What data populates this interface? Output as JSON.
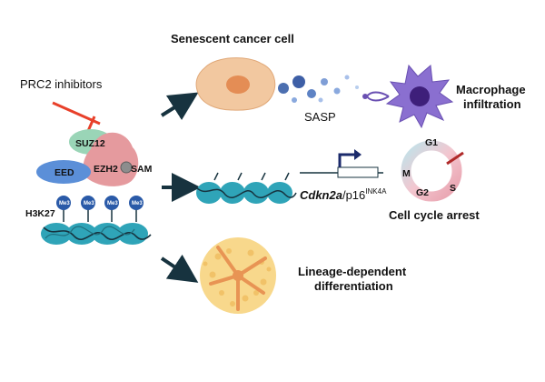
{
  "inhibitor": {
    "label": "PRC2 inhibitors"
  },
  "complex": {
    "suz12": "SUZ12",
    "eed": "EED",
    "ezh2": "EZH2",
    "sam": "SAM",
    "mark": "H3K27",
    "me3": [
      "Me3",
      "Me3",
      "Me3",
      "Me3"
    ]
  },
  "senescence": {
    "title": "Senescent cancer cell",
    "sasp": "SASP",
    "macrophage_line1": "Macrophage",
    "macrophage_line2": "infiltration"
  },
  "cell_cycle": {
    "gene_italic": "Cdkn2a",
    "gene_sep": "/p16",
    "gene_sup": "INK4A",
    "phases": {
      "g1": "G1",
      "s": "S",
      "g2": "G2",
      "m": "M"
    },
    "label": "Cell cycle arrest"
  },
  "differentiation": {
    "line1": "Lineage-dependent",
    "line2": "differentiation"
  },
  "colors": {
    "inhibitor_red": "#e8402a",
    "arrow_dark": "#17333f",
    "nucleosome_teal": "#2fa4b8",
    "suz12_green": "#9ad5b7",
    "eed_blue": "#5b8fd8",
    "ezh2_pink": "#e59a9e",
    "macrophage_purple": "#8a6fd0",
    "cell_tan": "#f2c8a0",
    "diff_yellow": "#f8d88c",
    "diff_orange": "#e89454"
  }
}
